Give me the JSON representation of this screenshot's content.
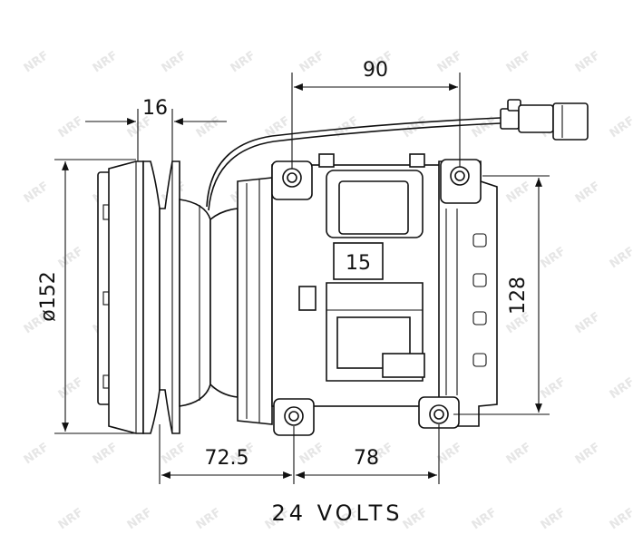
{
  "drawing": {
    "brand_watermark": "NRF",
    "dimensions": {
      "top_width": "90",
      "pulley_width": "16",
      "pulley_diameter": "ø152",
      "side_height": "128",
      "bottom_left": "72.5",
      "bottom_right": "78"
    },
    "part_label": "15",
    "voltage": "24 VOLTS"
  }
}
